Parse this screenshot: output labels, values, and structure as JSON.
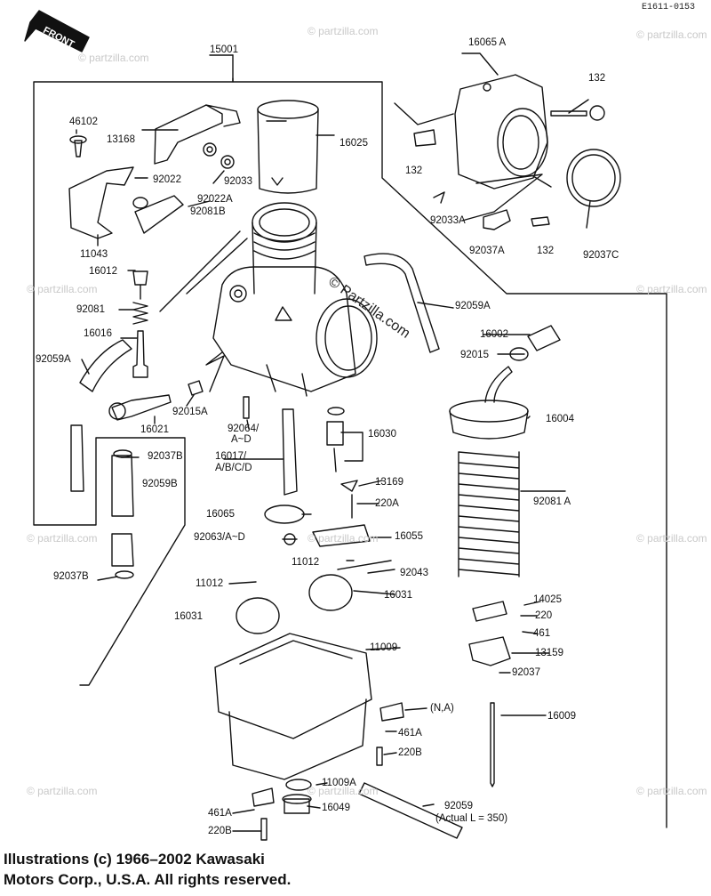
{
  "figure": {
    "ref_code": "E1611-0153",
    "front_label": "FRONT",
    "watermark": "© partzilla.com",
    "center_watermark": "© Partzilla.com",
    "copyright_line1": "Illustrations (c) 1966–2002 Kawasaki",
    "copyright_line2": "Motors Corp., U.S.A.  All rights reserved."
  },
  "callouts": {
    "c15001": "15001",
    "c16065A": "16065 A",
    "c132a": "132",
    "c46102": "46102",
    "c13168": "13168",
    "c16025": "16025",
    "c132b": "132",
    "c92022": "92022",
    "c92033": "92033",
    "c92022A": "92022A",
    "c92081B": "92081B",
    "c92033A": "92033A",
    "c92037A": "92037A",
    "c132c": "132",
    "c92037C": "92037C",
    "c11043": "11043",
    "c16012": "16012",
    "c92059Atop": "92059A",
    "c92081": "92081",
    "c16016": "16016",
    "c16002": "16002",
    "c92059Aleft": "92059A",
    "c92015": "92015",
    "c92015A": "92015A",
    "c16004": "16004",
    "c16021": "16021",
    "c92064": "92064/",
    "c92064b": "A~D",
    "c16030": "16030",
    "c92037B": "92037B",
    "c16017": "16017/",
    "c16017b": "A/B/C/D",
    "c92059B": "92059B",
    "c13169": "13169",
    "c220A": "220A",
    "c92081A": "92081 A",
    "c16065": "16065",
    "c92063": "92063/A~D",
    "c16055": "16055",
    "c11012a": "11012",
    "c92043": "92043",
    "c92037Bb": "92037B",
    "c11012b": "11012",
    "c16031a": "16031",
    "c14025": "14025",
    "c16031b": "16031",
    "c220": "220",
    "c461": "461",
    "c11009": "11009",
    "c13159": "13159",
    "c92037": "92037",
    "cNA": "(N,A)",
    "c16009": "16009",
    "c461A": "461A",
    "c220B": "220B",
    "c11009A": "11009A",
    "c92059": "92059",
    "cActual": "(Actual L = 350)",
    "c461Ab": "461A",
    "c16049": "16049",
    "c220Bb": "220B"
  }
}
